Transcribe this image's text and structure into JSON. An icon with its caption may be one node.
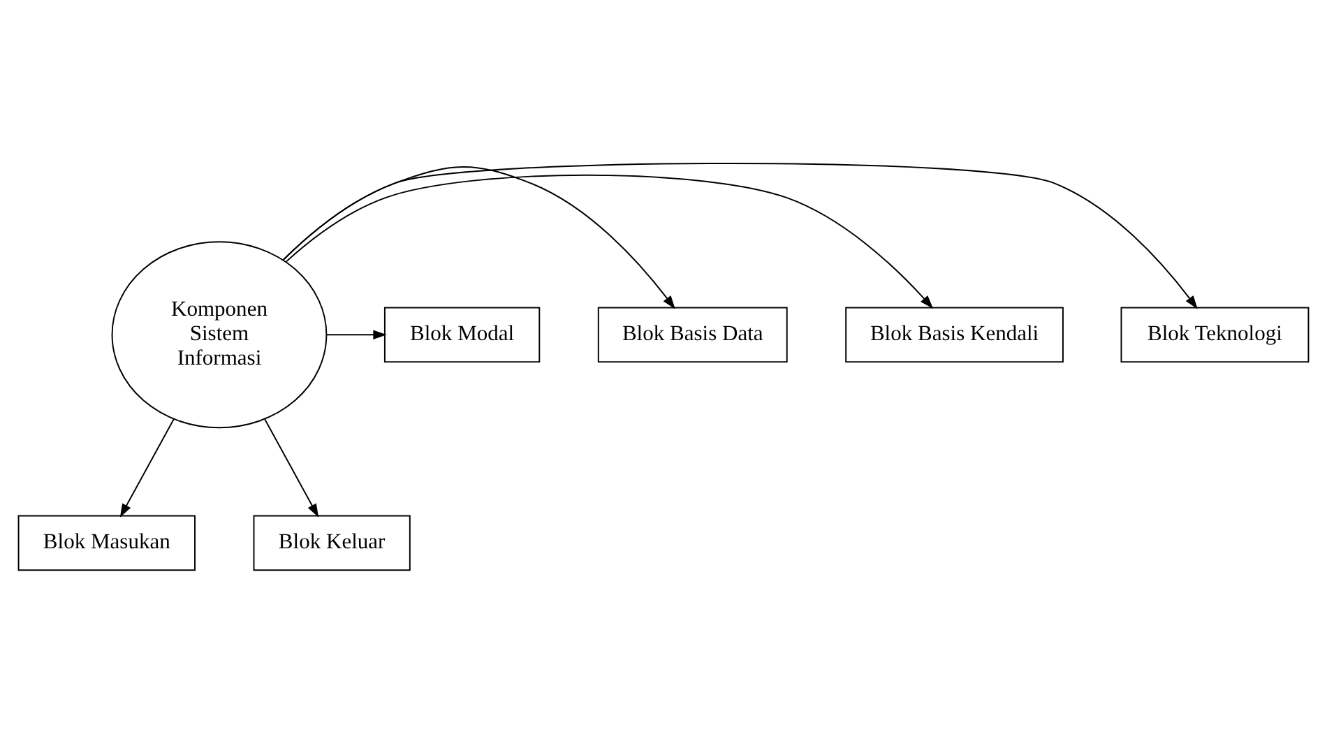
{
  "diagram": {
    "nodes": [
      {
        "text": [
          "Blok Masukan"
        ]
      },
      {
        "text": [
          "Blok Teknologi"
        ]
      },
      {
        "text": [
          "Komponen Sistem Informasi"
        ]
      },
      {
        "text": [
          "Blok Basis Data"
        ]
      },
      {
        "text": [
          "Blok Modal"
        ]
      },
      {
        "text": [
          "Blok Basis Kendali"
        ]
      },
      {
        "text": [
          "Blok Keluar"
        ]
      }
    ],
    "edges": [
      {
        "from": 2,
        "to": 0,
        "arrow": "to"
      },
      {
        "from": 2,
        "to": 1,
        "arrow": "to"
      },
      {
        "from": 2,
        "to": 3,
        "arrow": "to"
      },
      {
        "from": 2,
        "to": 4,
        "arrow": "to"
      },
      {
        "from": 2,
        "to": 5,
        "arrow": "to"
      },
      {
        "from": 2,
        "to": 6,
        "arrow": "to"
      }
    ]
  }
}
